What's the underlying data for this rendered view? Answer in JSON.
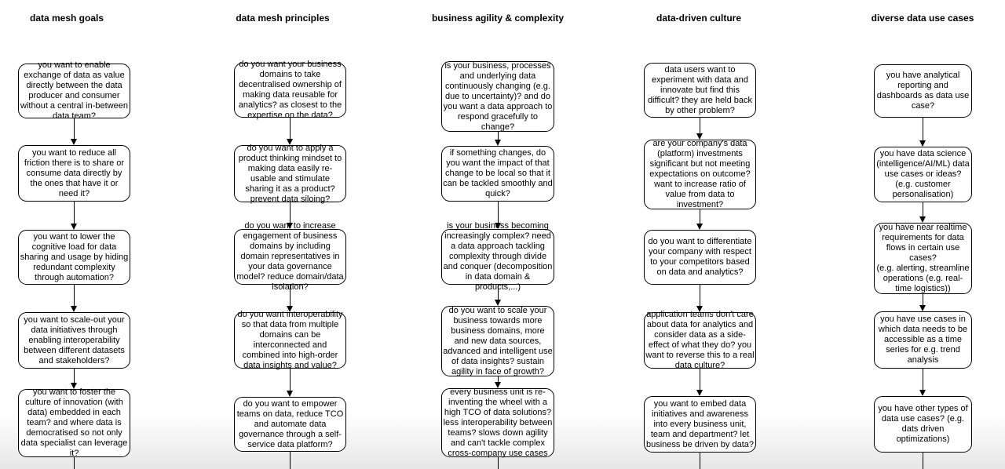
{
  "diagram": {
    "columns": [
      {
        "header": "data mesh goals",
        "boxes": [
          "you want to enable exchange of data as value directly between the data producer and consumer without a central in-between data team?",
          "you want to reduce all friction there is to share or consume data directly by the ones that have it or need it?",
          "you want to lower the cognitive load for data sharing and usage by hiding redundant complexity through automation?",
          "you want to scale-out your data initiatives through enabling interoperability between different datasets and stakeholders?",
          "you want to foster the culture of innovation (with data) embedded in each team? and where data is democratised so not only data specialist can leverage it?"
        ]
      },
      {
        "header": "data mesh principles",
        "boxes": [
          "do you want your business domains to take decentralised ownership of making data reusable for analytics? as closest to the expertise on the data?",
          "do you want to apply a product thinking mindset to making data easily re-usable and stimulate sharing it as a product? prevent data siloing?",
          "do you want to increase engagement of business domains by including domain representatives in your data governance model? reduce domain/data isolation?",
          "do you want interoperability so that data from multiple domains can be interconnected and combined into high-order data insights and value?",
          "do you want to empower teams on data, reduce TCO and automate data governance through a self-service data platform?"
        ]
      },
      {
        "header": "business agility & complexity",
        "boxes": [
          "is your business, processes and underlying data continuously changing (e.g. due to uncertainty)? and do you want a data approach to respond gracefully to change?",
          "if something changes, do you want the impact of that change to be local so that it can be tackled smoothly and quick?",
          "is your business becoming increasingly complex? need a data approach tackling complexity through divide and conquer (decomposition in data domain & products,...)",
          "do you want to scale your business towards more business domains, more and new data sources, advanced and intelligent use of data insights? sustain agility in face of growth?",
          "every business unit is re-inventing the wheel with a high TCO of data solutions? less interoperability between teams? slows down agility and can't tackle complex cross-company use cases"
        ]
      },
      {
        "header": "data-driven culture",
        "boxes": [
          "data users want to experiment with data and innovate but find this difficult? they are held back by other problem?",
          "are your company's data (platform) investments significant but not meeting expectations on outcome? want to increase ratio of value from data to investment?",
          "do you want to differentiate your company with respect to your competitors based on data and analytics?",
          "application teams don't care about data for analytics and consider data as a side-effect of what they do? you want to reverse this to a real data culture?",
          "you want to embed data initiatives and awareness into every business unit, team and department? let business be driven by data?"
        ]
      },
      {
        "header": "diverse data use cases",
        "boxes": [
          "you have analytical reporting and dashboards as data use case?",
          "you have data science (intelligence/AI/ML) data use cases or ideas? (e.g. customer personalisation)",
          "you have near realtime requirements for data flows in certain use cases?\n(e.g. alerting, streamline operations (e.g. real-time logistics))",
          "you have use cases in which data needs to be accessible as a time series for e.g. trend analysis",
          "you have other types of data use cases? (e.g. dats driven optimizations)"
        ]
      }
    ]
  },
  "colors": {
    "background": "#ffffff",
    "box_fill": "#ffffff",
    "box_border": "#000000",
    "text": "#000000",
    "arrow": "#000000",
    "bottom_fade": "#e7e7e7"
  }
}
